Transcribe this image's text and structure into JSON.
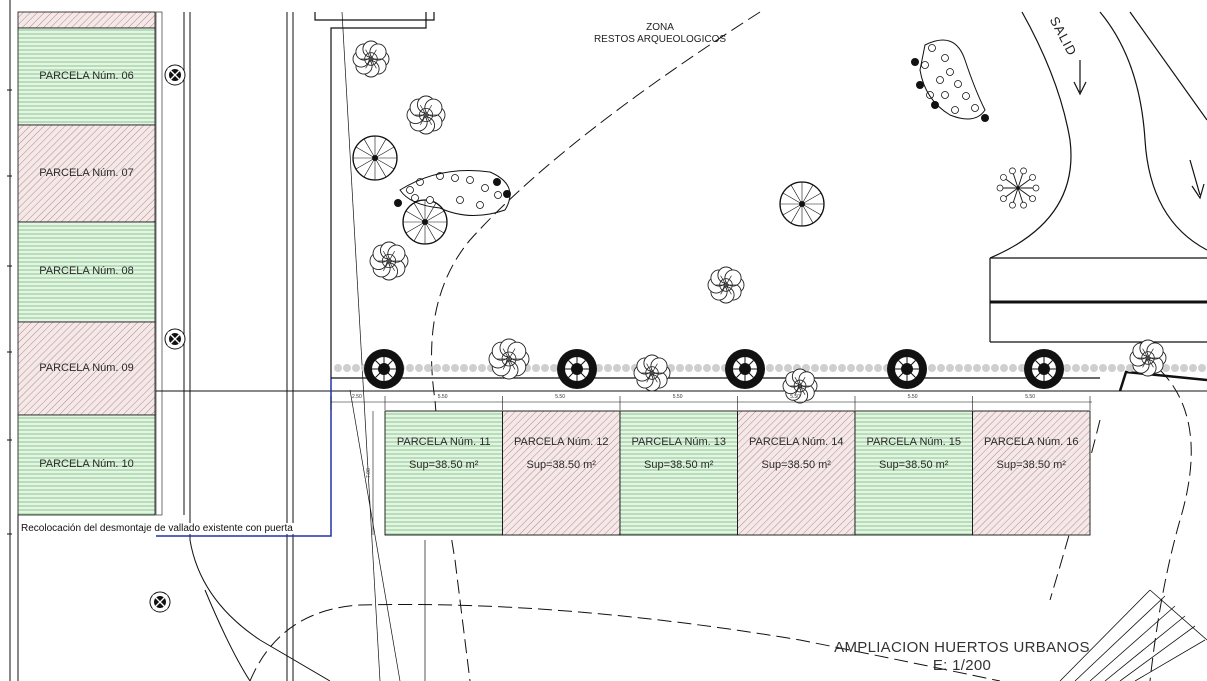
{
  "zone_label": {
    "line1": "ZONA",
    "line2": "RESTOS ARQUEOLOGICOS"
  },
  "road_label": "SALID",
  "left_plots": [
    {
      "label": "PARCELA Núm. 06",
      "fill": "green"
    },
    {
      "label": "PARCELA Núm. 07",
      "fill": "red"
    },
    {
      "label": "PARCELA Núm. 08",
      "fill": "green"
    },
    {
      "label": "PARCELA Núm. 09",
      "fill": "red"
    },
    {
      "label": "PARCELA Núm. 10",
      "fill": "green"
    }
  ],
  "bottom_plots": [
    {
      "label": "PARCELA Núm. 11",
      "area": "Sup=38.50 m²",
      "fill": "green"
    },
    {
      "label": "PARCELA Núm. 12",
      "area": "Sup=38.50 m²",
      "fill": "red"
    },
    {
      "label": "PARCELA Núm. 13",
      "area": "Sup=38.50 m²",
      "fill": "green"
    },
    {
      "label": "PARCELA Núm. 14",
      "area": "Sup=38.50 m²",
      "fill": "red"
    },
    {
      "label": "PARCELA Núm. 15",
      "area": "Sup=38.50 m²",
      "fill": "green"
    },
    {
      "label": "PARCELA Núm. 16",
      "area": "Sup=38.50 m²",
      "fill": "red"
    }
  ],
  "dimensions": {
    "first": "2.50",
    "plot_width": "5.50",
    "depth": "7.00"
  },
  "fence_note": "Recolocación del desmontaje de vallado existente con puerta",
  "title": {
    "name": "AMPLIACION HUERTOS URBANOS",
    "scale": "E: 1/200"
  },
  "colors": {
    "green_hatch": "#6fbf73",
    "green_bg": "#e6f4e6",
    "red_hatch": "#b77a7a",
    "red_bg": "#f4e9e9",
    "line": "#111111",
    "fence_blue": "#2233aa"
  }
}
